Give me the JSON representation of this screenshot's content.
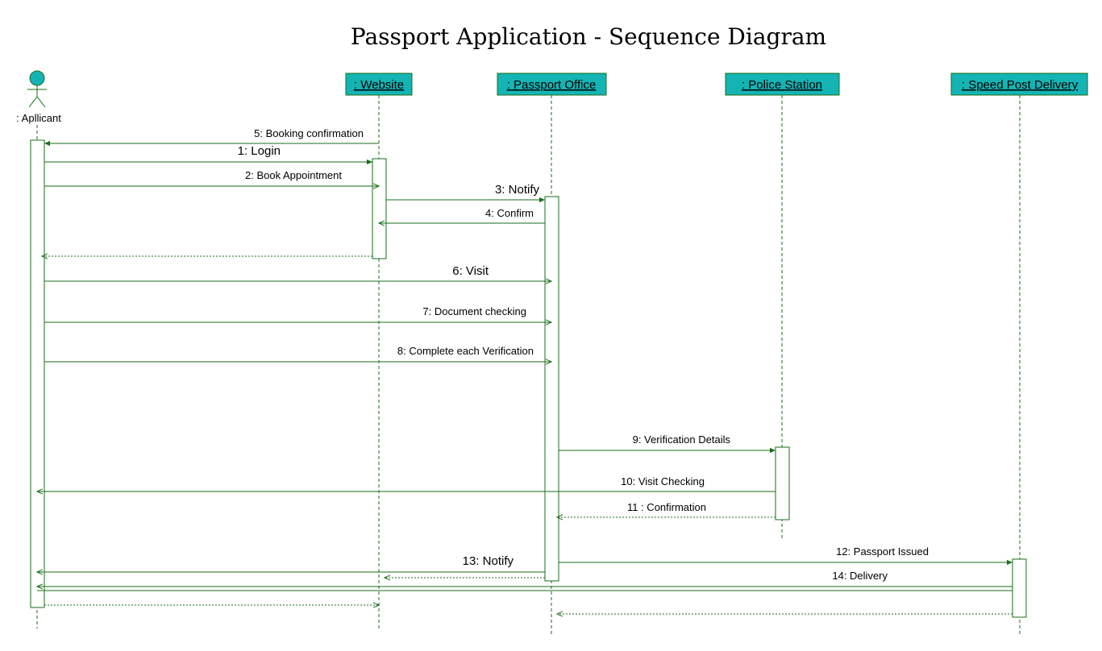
{
  "title": "Passport Application - Sequence Diagram",
  "colors": {
    "line": "#1a6e1a",
    "header_fill": "#14b4b4",
    "actor_fill": "#14b4b4",
    "activation_fill": "#ffffff"
  },
  "actor": {
    "label": ": Apllicant"
  },
  "participants": [
    {
      "id": "website",
      "label": ": Website"
    },
    {
      "id": "office",
      "label": ": Passport Office"
    },
    {
      "id": "police",
      "label": ": Police Station"
    },
    {
      "id": "post",
      "label": ": Speed Post Delivery"
    }
  ],
  "messages": [
    {
      "id": "m5",
      "label": "5: Booking confirmation",
      "from": "website",
      "to": "applicant",
      "kind": "sync"
    },
    {
      "id": "m1",
      "label": "1: Login",
      "from": "applicant",
      "to": "website",
      "kind": "sync"
    },
    {
      "id": "m2",
      "label": "2: Book Appointment",
      "from": "applicant",
      "to": "website",
      "kind": "async"
    },
    {
      "id": "m3",
      "label": "3: Notify",
      "from": "website",
      "to": "office",
      "kind": "sync"
    },
    {
      "id": "m4",
      "label": "4: Confirm",
      "from": "office",
      "to": "website",
      "kind": "async"
    },
    {
      "id": "r1",
      "label": "",
      "from": "website",
      "to": "applicant",
      "kind": "return"
    },
    {
      "id": "m6",
      "label": "6: Visit",
      "from": "applicant",
      "to": "office",
      "kind": "async"
    },
    {
      "id": "m7",
      "label": "7: Document checking",
      "from": "applicant",
      "to": "office",
      "kind": "async"
    },
    {
      "id": "m8",
      "label": "8: Complete each Verification",
      "from": "applicant",
      "to": "office",
      "kind": "async"
    },
    {
      "id": "m9",
      "label": "9: Verification Details",
      "from": "office",
      "to": "police",
      "kind": "sync"
    },
    {
      "id": "m10",
      "label": "10: Visit Checking",
      "from": "police",
      "to": "applicant",
      "kind": "async"
    },
    {
      "id": "m11",
      "label": "11 : Confirmation",
      "from": "police",
      "to": "office",
      "kind": "return"
    },
    {
      "id": "m12",
      "label": "12: Passport Issued",
      "from": "office",
      "to": "post",
      "kind": "sync"
    },
    {
      "id": "m13",
      "label": "13: Notify",
      "from": "office",
      "to": "applicant",
      "kind": "async"
    },
    {
      "id": "r2",
      "label": "",
      "from": "office",
      "to": "website",
      "kind": "return"
    },
    {
      "id": "m14",
      "label": "14: Delivery",
      "from": "post",
      "to": "applicant",
      "kind": "async"
    },
    {
      "id": "r3",
      "label": "",
      "from": "applicant",
      "to": "website",
      "kind": "return"
    },
    {
      "id": "r4",
      "label": "",
      "from": "post",
      "to": "office",
      "kind": "return"
    }
  ]
}
